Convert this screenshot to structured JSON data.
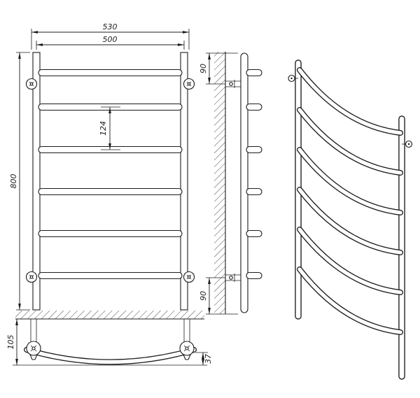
{
  "drawing_type": "towel-rail-technical-drawing",
  "dimensions": {
    "front": {
      "width_outer": "530",
      "width_inner": "500",
      "height": "800",
      "bar_gap": "124"
    },
    "side": {
      "top_offset": "90",
      "bottom_offset": "90"
    },
    "bottom": {
      "depth": "105",
      "bow": "37"
    }
  },
  "colors": {
    "line": "#1c1c1c",
    "background": "#ffffff"
  }
}
